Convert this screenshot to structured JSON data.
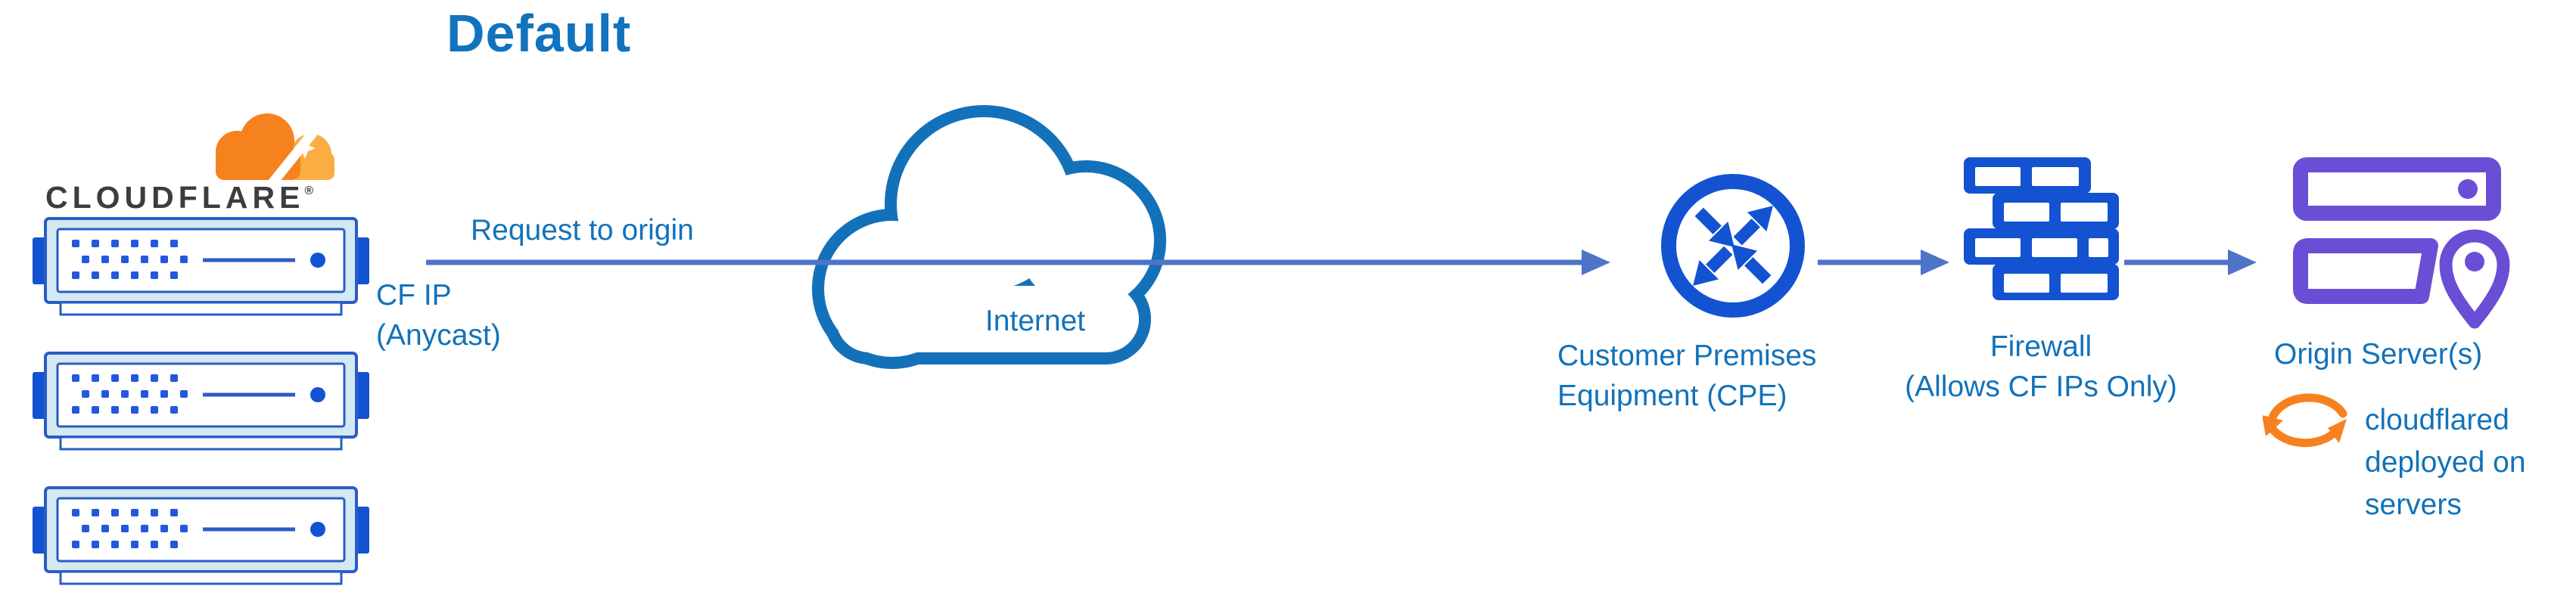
{
  "title": "Default",
  "logo": {
    "wordmark": "CLOUDFLARE",
    "registered_mark": "®",
    "cloud_icon": "cloudflare-cloud-icon"
  },
  "nodes": {
    "cloudflare_edge": {
      "icon": "server-rack-icon",
      "server_count": 3
    },
    "internet": {
      "label": "Internet",
      "icon": "internet-cloud-icon"
    },
    "cpe": {
      "label_line1": "Customer Premises",
      "label_line2": "Equipment (CPE)",
      "icon": "router-arrows-icon"
    },
    "firewall": {
      "label_line1": "Firewall",
      "label_line2": "(Allows CF IPs Only)",
      "icon": "brick-wall-icon"
    },
    "origin": {
      "label": "Origin Server(s)",
      "icon": "server-location-pin-icon",
      "note_line1": "cloudflared",
      "note_line2": "deployed on",
      "note_line3": "servers",
      "note_icon": "sync-arrows-icon"
    }
  },
  "edges": {
    "request_to_origin": {
      "label": "Request to origin",
      "sublabel_line1": "CF IP",
      "sublabel_line2": "(Anycast)"
    }
  },
  "colors": {
    "text_blue": "#1272BA",
    "title_blue": "#1173BD",
    "arrow_line_blue": "#4E74C8",
    "icon_blue": "#1353D2",
    "server_border_blue": "#2A5CC8",
    "server_fill_light": "#D4E9F0",
    "internet_cloud_blue": "#1371BA",
    "origin_purple": "#6A4ED6",
    "cloudflare_orange": "#F6821F",
    "cloudflare_orange_light": "#FBAD41",
    "wordmark_dark": "#3D3D3F",
    "background": "#FFFFFF"
  }
}
